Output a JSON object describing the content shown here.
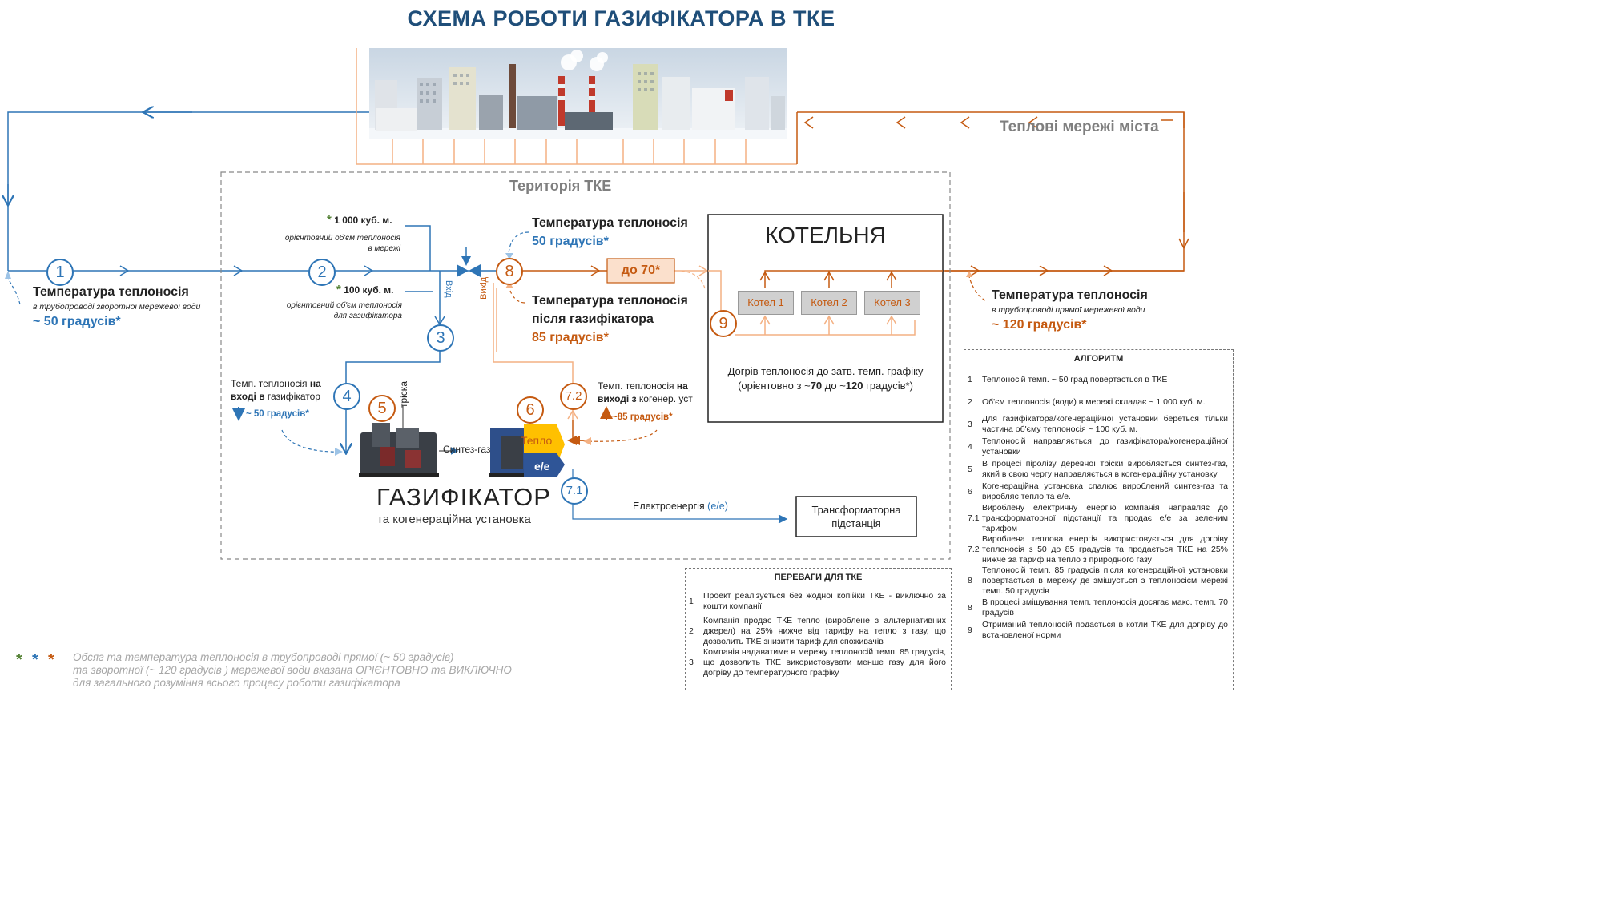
{
  "title": "СХЕМА РОБОТИ ГАЗИФІКАТОРА В ТКЕ",
  "network_label": "Теплові мережі міста",
  "territory_label": "Територія ТКЕ",
  "point1": {
    "num": "1",
    "line1": "Температура теплоносія",
    "line2": "в трубопроводі зворотної мережевої води",
    "line3": "~ 50 градусів*"
  },
  "point2": {
    "num": "2",
    "vol1_star": "*",
    "vol1": "1 000 куб. м.",
    "vol1_desc1": "орієнтовний об'єм теплоносія",
    "vol1_desc2": "в мережі",
    "vol2_star": "*",
    "vol2": "100 куб. м.",
    "vol2_desc1": "орієнтовний об'єм теплоносія",
    "vol2_desc2": "для газифікатора"
  },
  "point3": {
    "num": "3"
  },
  "vhid": "Вхід",
  "vyhid": "Вихід",
  "point4": {
    "num": "4",
    "line1a": "Темп. теплоносія ",
    "line1b": "на",
    "line2a": "вході в",
    "line2b": " газифікатор",
    "line3": "~ 50 градусів*"
  },
  "point5": {
    "num": "5",
    "triska": "тріска"
  },
  "point6": {
    "num": "6",
    "teplo": "Тепло",
    "ee": "е/е"
  },
  "sintez": "Синтез-газ",
  "point72": {
    "num": "7.2",
    "line1a": "Темп. теплоносія ",
    "line1b": "на",
    "line2a": "виході з",
    "line2b": " когенер. уст",
    "line3": "~85 градусів*"
  },
  "point71": {
    "num": "7.1",
    "elec_a": "Електроенергія ",
    "elec_b": "(е/е)"
  },
  "point8": {
    "num": "8",
    "top1": "Температура теплоносія",
    "top2": "50 градусів*",
    "bot1": "Температура теплоносія",
    "bot2": "після газифікатора",
    "bot3": "85 градусів*"
  },
  "do70": "до 70*",
  "kotelnia": {
    "title": "КОТЕЛЬНЯ",
    "kotli": [
      "Котел 1",
      "Котел 2",
      "Котел 3"
    ],
    "desc1": "Догрів теплоносія до затв. темп. графіку",
    "desc2a": "(орієнтовно з ~",
    "desc2b": "70",
    "desc2c": " до ~",
    "desc2d": "120",
    "desc2e": " градусів*)"
  },
  "point9": {
    "num": "9"
  },
  "right_temp": {
    "line1": "Температура теплоносія",
    "line2": "в трубопроводі прямої мережевої води",
    "line3": "~ 120 градусів*"
  },
  "gasifier": {
    "title": "ГАЗИФІКАТОР",
    "subtitle": "та когенераційна установка"
  },
  "transformer": {
    "line1": "Трансформаторна",
    "line2": "підстанція"
  },
  "perevagy": {
    "header": "ПЕРЕВАГИ ДЛЯ ТКЕ",
    "rows": [
      {
        "n": "1",
        "t": "Проект реалізується без жодної копійки ТКЕ - виключно за кошти компанії"
      },
      {
        "n": "2",
        "t": "Компанія продає ТКЕ тепло (вироблене з альтернативних джерел) на 25% нижче від тарифу на тепло з газу, що дозволить ТКЕ знизити тариф для споживачів"
      },
      {
        "n": "3",
        "t": "Компанія надаватиме в мережу теплоносій темп. 85 градусів, що дозволить ТКЕ використовувати менше газу для його догріву до температурного графіку"
      }
    ]
  },
  "algorytm": {
    "header": "АЛГОРИТМ",
    "rows": [
      {
        "n": "1",
        "t": "Теплоносій темп. ~ 50 град повертається в ТКЕ"
      },
      {
        "n": "2",
        "t": "Об'єм теплоносія (води) в мережі складає ~ 1 000 куб. м."
      },
      {
        "n": "3",
        "t": "Для газифікатора/когенераційної установки береться тільки частина об'єму теплоносія ~ 100 куб. м."
      },
      {
        "n": "4",
        "t": "Теплоносій направляється до газифікатора/когенераційної установки"
      },
      {
        "n": "5",
        "t": "В процесі піролізу деревної тріски виробляється синтез-газ, який в свою чергу направляється в когенераційну установку"
      },
      {
        "n": "6",
        "t": "Когенераційна установка спалює вироблений синтез-газ та виробляє тепло та е/е."
      },
      {
        "n": "7.1",
        "t": "Вироблену електричну енергію компанія направляє до трансформаторної підстанції та продає е/е за зеленим тарифом"
      },
      {
        "n": "7.2",
        "t": "Вироблена теплова енергія використовується для догріву теплоносія з 50 до 85 градусів та продається ТКЕ на 25% нижче за тариф на тепло з природного газу"
      },
      {
        "n": "8",
        "t": "Теплоносій темп. 85 градусів після когенераційної установки повертається в мережу де змішується з теплоносієм мережі темп. 50 градусів"
      },
      {
        "n": "8",
        "t": "В процесі змішування темп. теплоносія досягає макс. темп. 70 градусів"
      },
      {
        "n": "9",
        "t": "Отриманий теплоносій подається в котли ТКЕ для догріву до встановленої норми"
      }
    ]
  },
  "footnote": {
    "line1": "Обсяг та температура теплоносія в трубопроводі прямої (~ 50 градусів)",
    "line2": "та зворотної (~ 120 градусів ) мережевої води вказана ОРІЄНТОВНО та ВИКЛЮЧНО",
    "line3": "для загального розуміння всього процесу роботи газифікатора"
  },
  "colors": {
    "blue": "#2e75b6",
    "orange": "#c55a11",
    "light_orange": "#f4b183",
    "dark_blue": "#1f4e79",
    "green": "#548235"
  }
}
